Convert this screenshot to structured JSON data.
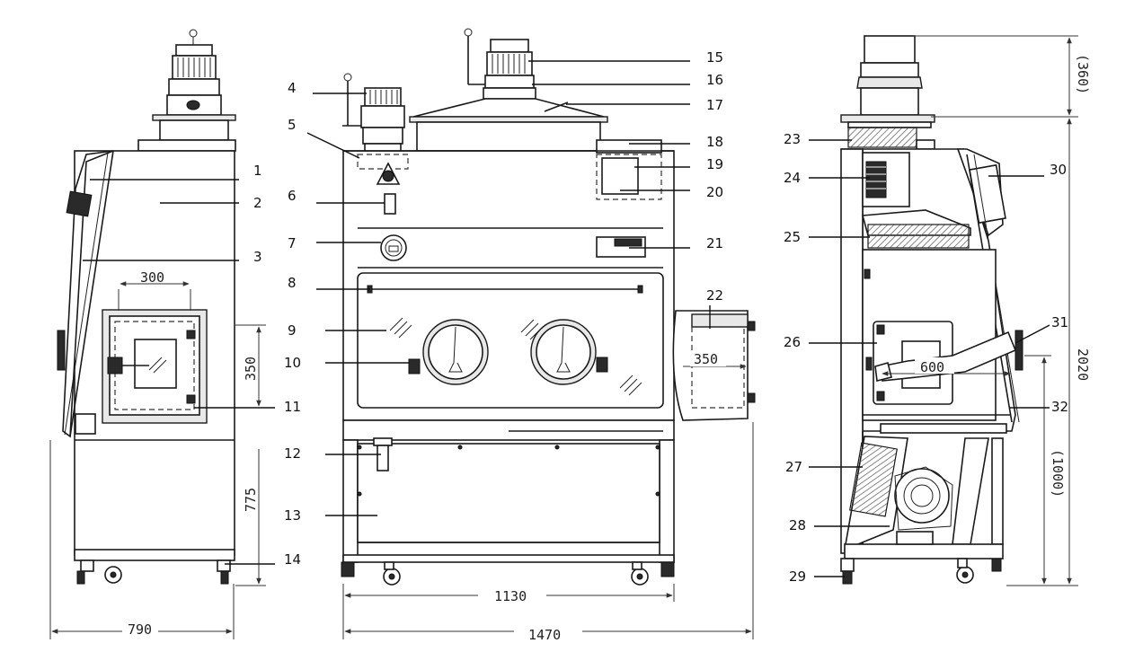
{
  "callouts": [
    "1",
    "2",
    "3",
    "4",
    "5",
    "6",
    "7",
    "8",
    "9",
    "10",
    "11",
    "12",
    "13",
    "14",
    "15",
    "16",
    "17",
    "18",
    "19",
    "20",
    "21",
    "22",
    "23",
    "24",
    "25",
    "26",
    "27",
    "28",
    "29",
    "30",
    "31",
    "32"
  ],
  "dimensions": {
    "d300": "300",
    "d350_side": "350",
    "d775": "775",
    "d790": "790",
    "d1130": "1130",
    "d1470": "1470",
    "d350_box": "350",
    "d600": "600",
    "d360": "(360)",
    "d2020": "2020",
    "d1000": "(1000)"
  }
}
